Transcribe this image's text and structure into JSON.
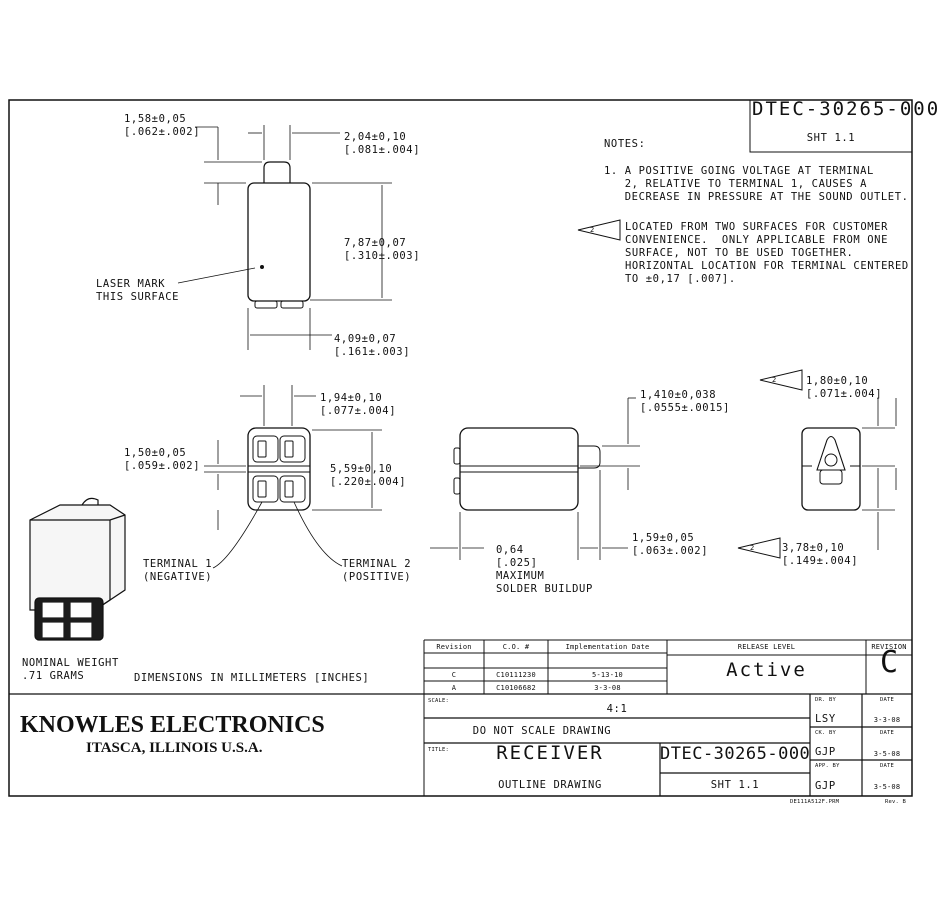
{
  "document": {
    "number": "DTEC-30265-000",
    "sheet": "SHT 1.1"
  },
  "notes": {
    "heading": "NOTES:",
    "note1": "1. A POSITIVE GOING VOLTAGE AT TERMINAL\n   2, RELATIVE TO TERMINAL 1, CAUSES A\n   DECREASE IN PRESSURE AT THE SOUND OUTLET.",
    "note2": "LOCATED FROM TWO SURFACES FOR CUSTOMER\nCONVENIENCE.  ONLY APPLICABLE FROM ONE\nSURFACE, NOT TO BE USED TOGETHER.\nHORIZONTAL LOCATION FOR TERMINAL CENTERED\nTO ±0,17 [.007].",
    "flag_number": "2"
  },
  "dimensions": {
    "d158": "1,58±0,05\n[.062±.002]",
    "d204": "2,04±0,10\n[.081±.004]",
    "d787": "7,87±0,07\n[.310±.003]",
    "d409": "4,09±0,07\n[.161±.003]",
    "d194": "1,94±0,10\n[.077±.004]",
    "d150": "1,50±0,05\n[.059±.002]",
    "d559": "5,59±0,10\n[.220±.004]",
    "d1410": "1,410±0,038\n[.0555±.0015]",
    "d159": "1,59±0,05\n[.063±.002]",
    "d064": "0,64\n[.025]\nMAXIMUM\nSOLDER BUILDUP",
    "d180": "1,80±0,10\n[.071±.004]",
    "d378": "3,78±0,10\n[.149±.004]"
  },
  "labels": {
    "laser_mark": "LASER MARK\nTHIS SURFACE",
    "terminal1": "TERMINAL 1\n(NEGATIVE)",
    "terminal2": "TERMINAL 2\n(POSITIVE)",
    "weight": "NOMINAL WEIGHT\n.71 GRAMS",
    "units": "DIMENSIONS IN MILLIMETERS [INCHES]"
  },
  "revision_table": {
    "headers": [
      "Revision",
      "C.O. #",
      "Implementation Date"
    ],
    "rows": [
      {
        "rev": "C",
        "co": "C10111230",
        "date": "5-13-10"
      },
      {
        "rev": "A",
        "co": "C10106682",
        "date": "3-3-08"
      }
    ]
  },
  "release": {
    "label": "RELEASE LEVEL",
    "value": "Active",
    "revision_label": "REVISION",
    "revision_value": "C"
  },
  "company": {
    "name": "KNOWLES ELECTRONICS",
    "location": "ITASCA, ILLINOIS U.S.A."
  },
  "title_block": {
    "scale_label": "SCALE:",
    "scale": "4:1",
    "do_not_scale": "DO NOT SCALE DRAWING",
    "title_label": "TITLE:",
    "title": "RECEIVER",
    "subtitle": "OUTLINE DRAWING",
    "dwg_number": "DTEC-30265-000",
    "sheet": "SHT 1.1",
    "approvals": [
      {
        "role": "DR. BY",
        "name": "LSY",
        "date_label": "DATE",
        "date": "3-3-08"
      },
      {
        "role": "CK. BY",
        "name": "GJP",
        "date_label": "DATE",
        "date": "3-5-08"
      },
      {
        "role": "APP. BY",
        "name": "GJP",
        "date_label": "DATE",
        "date": "3-5-08"
      }
    ]
  },
  "footer": {
    "file": "DE111A512F.PRM",
    "rev": "Rev. B"
  }
}
